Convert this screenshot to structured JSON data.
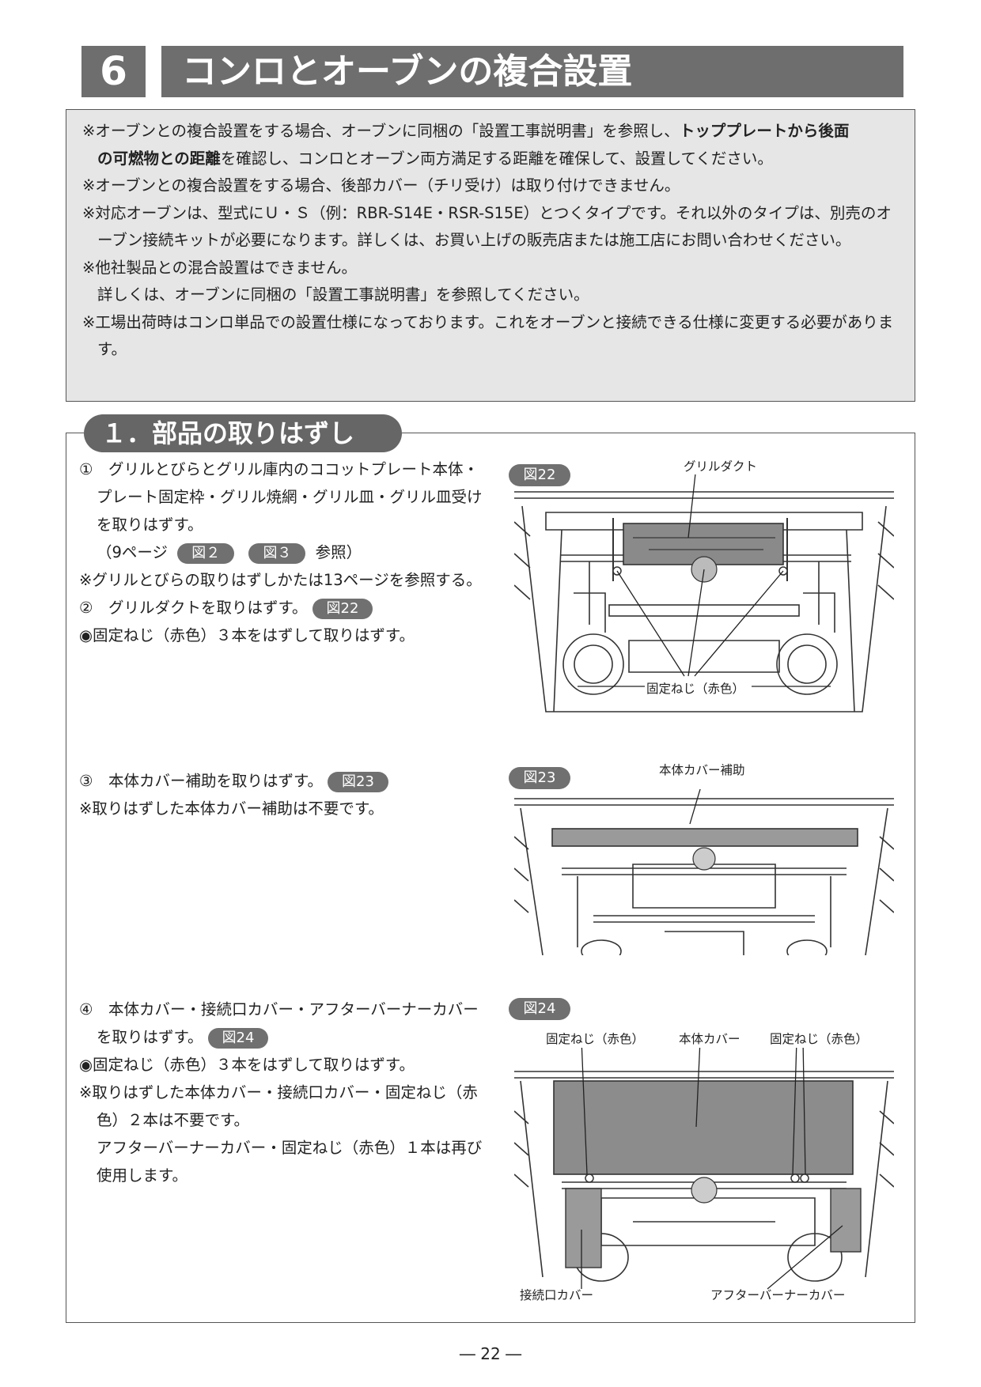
{
  "header": {
    "number": "6",
    "title": "コンロとオーブンの複合設置"
  },
  "notice": {
    "line1_pre": "※オーブンとの複合設置をする場合、オーブンに同梱の「設置工事説明書」を参照し、",
    "line1_bold": "トッププレートから後面",
    "line2_bold": "の可燃物との距離",
    "line2_post": "を確認し、コンロとオーブン両方満足する距離を確保して、設置してください。",
    "line3": "※オーブンとの複合設置をする場合、後部カバー（チリ受け）は取り付けできません。",
    "line4": "※対応オーブンは、型式にＵ・Ｓ（例：RBR-S14E・RSR-S15E）とつくタイプです。それ以外のタイプは、別売のオーブン接続キットが必要になります。詳しくは、お買い上げの販売店または施工店にお問い合わせください。",
    "line5": "※他社製品との混合設置はできません。",
    "line6": "詳しくは、オーブンに同梱の「設置工事説明書」を参照してください。",
    "line7": "※工場出荷時はコンロ単品での設置仕様になっております。これをオーブンと接続できる仕様に変更する必要があります。"
  },
  "section": {
    "title": "１．部品の取りはずし",
    "step1": "①　グリルとびらとグリル庫内のココットプレート本体・プレート固定枠・グリル焼網・グリル皿・グリル皿受けを取りはずす。",
    "step1_ref_pre": "（9ページ",
    "step1_ref_tag1": "図２",
    "step1_ref_tag2": "図３",
    "step1_ref_post": "参照）",
    "step1_note": "※グリルとびらの取りはずしかたは13ページを参照する。",
    "step2": "②　グリルダクトを取りはずす。",
    "step2_tag": "図22",
    "step2_detail": "◉固定ねじ（赤色）３本をはずして取りはずす。",
    "step3": "③　本体カバー補助を取りはずす。",
    "step3_tag": "図23",
    "step3_note": "※取りはずした本体カバー補助は不要です。",
    "step4": "④　本体カバー・接続口カバー・アフターバーナーカバーを取りはずす。",
    "step4_tag": "図24",
    "step4_detail": "◉固定ねじ（赤色）３本をはずして取りはずす。",
    "step4_note": "※取りはずした本体カバー・接続口カバー・固定ねじ（赤色）２本は不要です。",
    "step4_note2": "アフターバーナーカバー・固定ねじ（赤色）１本は再び使用します。"
  },
  "figures": {
    "fig22": {
      "tag": "図22",
      "label_top": "グリルダクト",
      "label_bottom": "固定ねじ（赤色）"
    },
    "fig23": {
      "tag": "図23",
      "label_top": "本体カバー補助"
    },
    "fig24": {
      "tag": "図24",
      "label_left": "固定ねじ（赤色）",
      "label_mid": "本体カバー",
      "label_right": "固定ねじ（赤色）",
      "label_bottom_left": "接続口カバー",
      "label_bottom_right": "アフターバーナーカバー"
    }
  },
  "page_number": "― 22 ―"
}
